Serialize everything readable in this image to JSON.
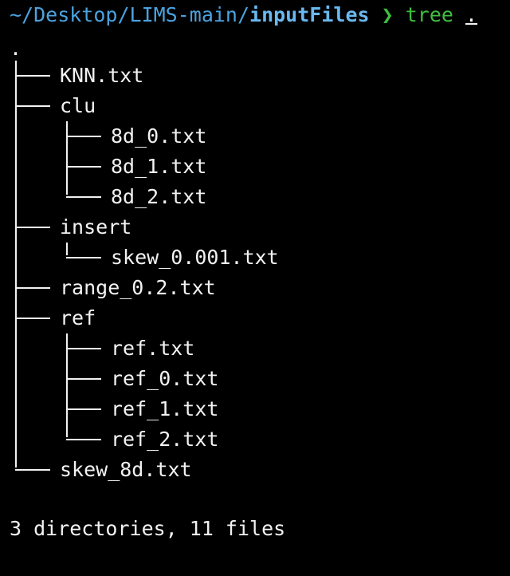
{
  "prompt": {
    "path_prefix": "~/Desktop/LIMS-main/",
    "path_current": "inputFiles",
    "separator": "❯",
    "command": "tree",
    "argument": "."
  },
  "tree": {
    "root": ".",
    "entries": [
      {
        "name": "KNN.txt"
      },
      {
        "name": "clu"
      },
      {
        "name": "8d_0.txt"
      },
      {
        "name": "8d_1.txt"
      },
      {
        "name": "8d_2.txt"
      },
      {
        "name": "insert"
      },
      {
        "name": "skew_0.001.txt"
      },
      {
        "name": "range_0.2.txt"
      },
      {
        "name": "ref"
      },
      {
        "name": "ref.txt"
      },
      {
        "name": "ref_0.txt"
      },
      {
        "name": "ref_1.txt"
      },
      {
        "name": "ref_2.txt"
      },
      {
        "name": "skew_8d.txt"
      }
    ]
  },
  "summary": "3 directories, 11 files"
}
